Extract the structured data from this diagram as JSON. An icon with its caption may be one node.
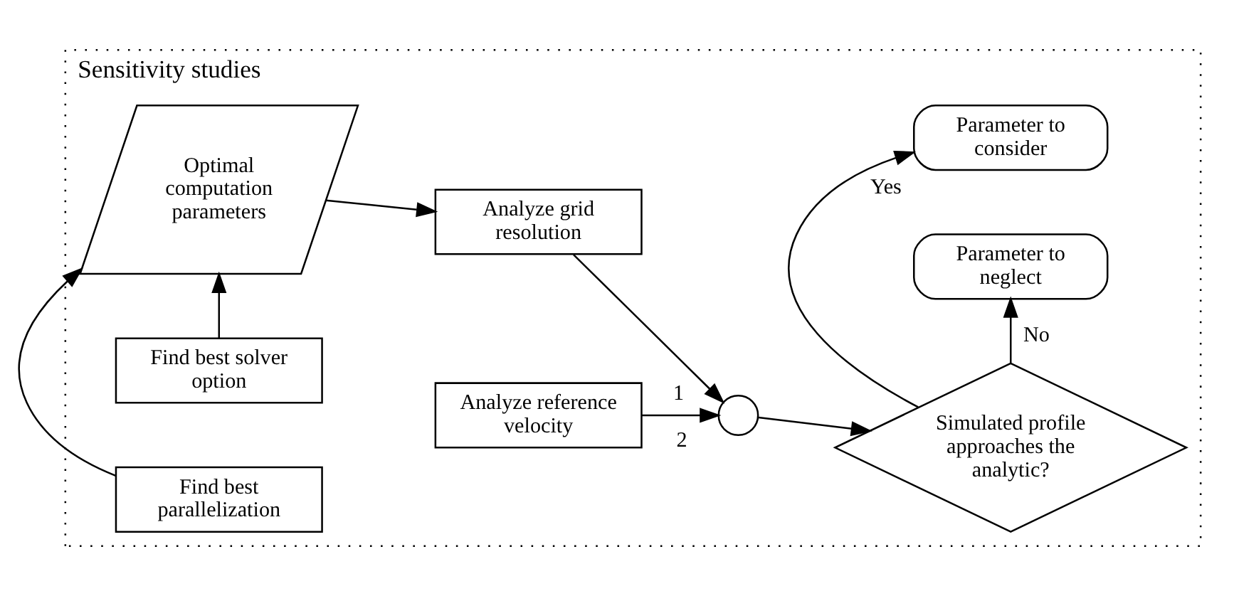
{
  "diagram": {
    "nodes": [
      {
        "text": [
          "Sensitivity studies"
        ]
      },
      {
        "text": [
          "Find best solver option"
        ],
        "in": 0
      },
      {
        "text": [
          "Optimal computation parameters"
        ],
        "in": 0
      },
      {
        "text": [
          "Find best parallelization"
        ],
        "in": 0
      },
      {
        "text": [
          "Analyze grid resolution"
        ],
        "in": 0
      },
      {
        "text": [
          "Analyze reference velocity"
        ],
        "in": 0
      },
      {
        "text": [],
        "shape": "circle",
        "in": 0
      },
      {
        "text": [
          "Simulated profile approaches the analytic?"
        ],
        "in": 0
      },
      {
        "text": [
          "Parameter to consider"
        ],
        "in": 0
      },
      {
        "text": [
          "Parameter to neglect"
        ],
        "in": 0
      }
    ],
    "edges": [
      {
        "from": 1,
        "to": 2,
        "arrow": "to"
      },
      {
        "from": 3,
        "to": 2,
        "arrow": "to"
      },
      {
        "from": 2,
        "to": 4,
        "arrow": "to"
      },
      {
        "from": 4,
        "to": 6,
        "arrow": "to",
        "label": "1"
      },
      {
        "from": 5,
        "to": 6,
        "arrow": "to",
        "label": "2"
      },
      {
        "from": 6,
        "to": 7,
        "arrow": "to"
      },
      {
        "from": 7,
        "to": 8,
        "arrow": "to",
        "label": "Yes"
      },
      {
        "from": 7,
        "to": 9,
        "arrow": "to",
        "label": "No"
      }
    ]
  }
}
